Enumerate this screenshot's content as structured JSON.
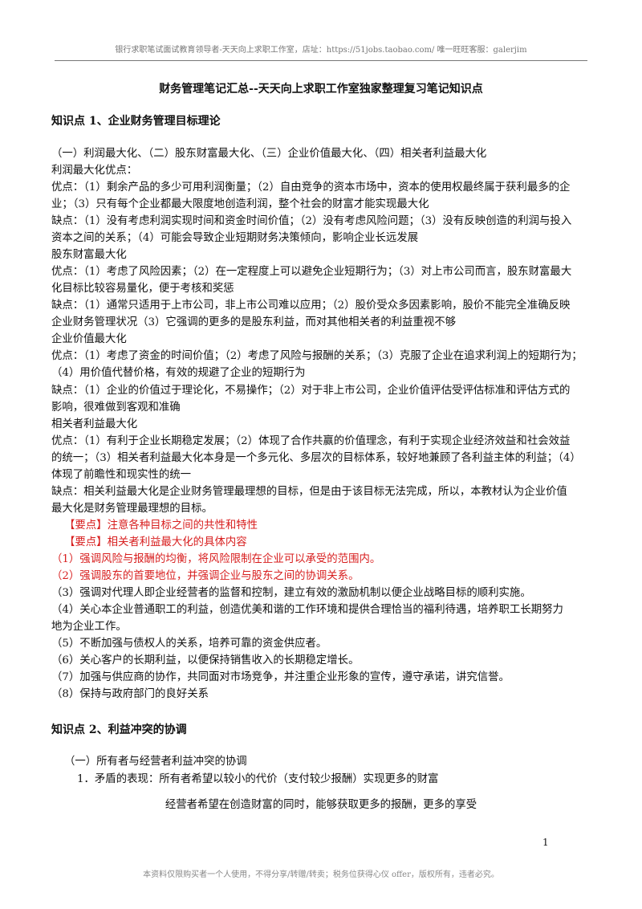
{
  "header": "银行求职笔试面试教育领导者-天天向上求职工作室，店址：https://51jobs.taobao.com/ 唯一旺旺客服：galerjim",
  "title": "财务管理笔记汇总--天天向上求职工作室独家整理复习笔记知识点",
  "section1": "知识点 1、企业财务管理目标理论",
  "lines": [
    "（一）利润最大化、（二）股东财富最大化、（三）企业价值最大化、（四）相关者利益最大化",
    "利润最大化优点：",
    "优点：（1）剩余产品的多少可用利润衡量；（2）自由竞争的资本市场中，资本的使用权最终属于获利最多的企",
    "业；（3）只有每个企业都最大限度地创造利润，整个社会的财富才能实现最大化",
    "缺点：（1）没有考虑利润实现时间和资金时间价值；（2）没有考虑风险问题；（3）没有反映创造的利润与投入",
    "资本之间的关系；（4）可能会导致企业短期财务决策倾向，影响企业长远发展",
    "股东财富最大化",
    "优点：（1）考虑了风险因素；（2）在一定程度上可以避免企业短期行为；（3）对上市公司而言，股东财富最大",
    "化目标比较容易量化，便于考核和奖惩",
    "缺点：（1）通常只适用于上市公司，非上市公司难以应用；（2）股价受众多因素影响，股价不能完全准确反映",
    "企业财务管理状况（3）它强调的更多的是股东利益，而对其他相关者的利益重视不够",
    "企业价值最大化",
    "优点：（1）考虑了资金的时间价值；（2）考虑了风险与报酬的关系；（3）克服了企业在追求利润上的短期行为；",
    "（4）用价值代替价格，有效的规避了企业的短期行为",
    "缺点：（1）企业的价值过于理论化，不易操作；（2）对于非上市公司，企业价值评估受评估标准和评估方式的",
    "影响，很难做到客观和准确",
    "相关者利益最大化",
    "优点：（1）有利于企业长期稳定发展；（2）体现了合作共赢的价值理念，有利于实现企业经济效益和社会效益",
    "的统一；（3）相关者利益最大化本身是一个多元化、多层次的目标体系，较好地兼顾了各利益主体的利益；（4）",
    "体现了前瞻性和现实性的统一",
    "缺点：相关利益最大化是企业财务管理最理想的目标，但是由于该目标无法完成，所以，本教材认为企业价值",
    "最大化是财务管理最理想的目标。"
  ],
  "keypoints": [
    {
      "tag": "【要点】",
      "text": "注意各种目标之间的共性和特性"
    },
    {
      "tag": "【要点】",
      "text": "相关者利益最大化的具体内容"
    }
  ],
  "items": [
    "（1）强调风险与报酬的均衡，将风险限制在企业可以承受的范围内。",
    "（2）强调股东的首要地位，并强调企业与股东之间的协调关系。",
    "（3）强调对代理人即企业经营者的监督和控制，建立有效的激励机制以便企业战略目标的顺利实施。",
    "（4）关心本企业普通职工的利益，创造优美和谐的工作环境和提供合理恰当的福利待遇，培养职工长期努力",
    "地为企业工作。",
    "（5）不断加强与债权人的关系，培养可靠的资金供应者。",
    "（6）关心客户的长期利益，以便保持销售收入的长期稳定增长。",
    "（7）加强与供应商的协作，共同面对市场竞争，并注重企业形象的宣传，遵守承诺，讲究信誉。",
    "（8）保持与政府部门的良好关系"
  ],
  "section2": "知识点 2、利益冲突的协调",
  "sub1": "（一）所有者与经营者利益冲突的协调",
  "sub2": "1．矛盾的表现：所有者希望以较小的代价（支付较少报酬）实现更多的财富",
  "sub3": "经营者希望在创造财富的同时，能够获取更多的报酬，更多的享受",
  "page_number": "1",
  "footer": "本资料仅限购买者一个人使用，不得分享/转赠/转卖；税务位获得心仪 offer，版权所有，违者必究。"
}
